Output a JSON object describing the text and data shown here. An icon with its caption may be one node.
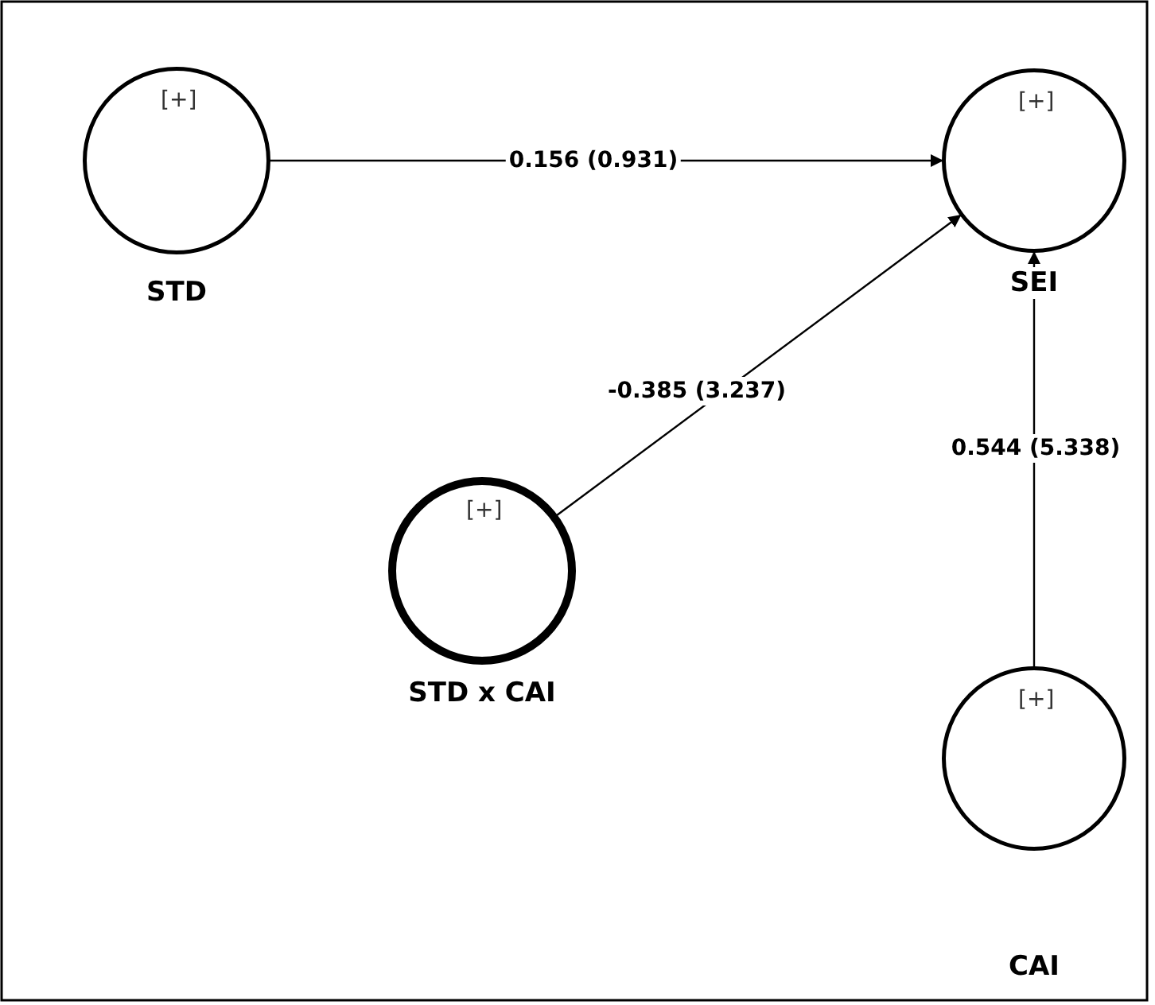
{
  "diagram": {
    "nodes": [
      {
        "text": [
          "[+]",
          "STD"
        ]
      },
      {
        "text": [
          "[+]",
          "SEI"
        ]
      },
      {
        "text": [
          "[+]",
          "STD x CAI"
        ]
      },
      {
        "text": [
          "[+]",
          "CAI"
        ]
      }
    ],
    "edges": [
      {
        "from": 0,
        "to": 1,
        "arrow": "to",
        "label": "0.156 (0.931)"
      },
      {
        "from": 2,
        "to": 1,
        "arrow": "to",
        "label": "-0.385 (3.237)"
      },
      {
        "from": 3,
        "to": 1,
        "arrow": "to",
        "label": "0.544 (5.338)"
      }
    ]
  }
}
